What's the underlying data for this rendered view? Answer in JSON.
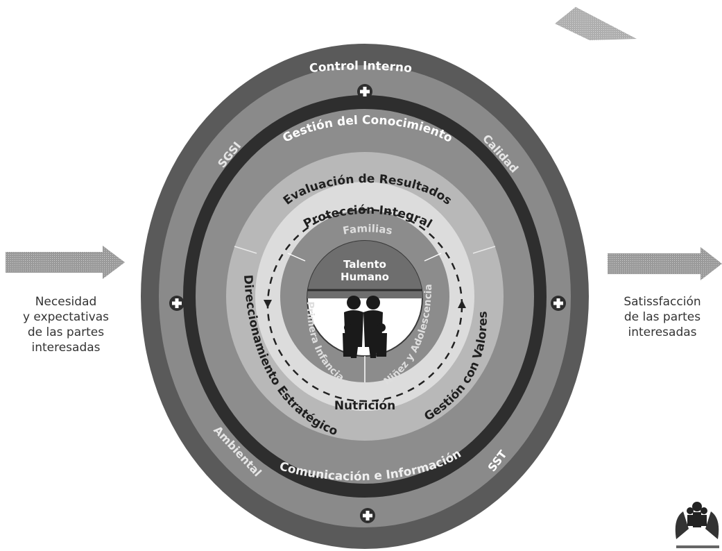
{
  "diagram": {
    "rings": {
      "outer_label_top": "Control Interno",
      "outer_label_upper_left": "SGSI",
      "outer_label_upper_right": "Calidad",
      "outer_label_lower_left": "Ambiental",
      "outer_label_lower_right": "SST",
      "ring2_label_top": "Gestión del Conocimiento",
      "ring2_label_bottom": "Comunicación e Información",
      "ring3_label_top": "Evaluación de Resultados",
      "ring3_label_left": "Direccionamiento Estratégico",
      "ring3_label_right": "Gestión con Valores",
      "ring4_label_top": "Protección Integral",
      "ring4_label_bottom": "Nutrición",
      "ring5_label_top": "Familias",
      "ring5_label_left": "Primera Infancia",
      "ring5_label_right": "Niñez y Adolescencia",
      "center_label_line1": "Talento",
      "center_label_line2": "Humano"
    },
    "left_text": [
      "Necesidad",
      "y expectativas",
      "de las partes",
      "interesadas"
    ],
    "right_text": [
      "Satissfacción",
      "de las partes",
      "interesadas"
    ],
    "plus_symbol": "+",
    "colors": {
      "outer_ring": "#5a5a5a",
      "gray_ring": "#8a8a8a",
      "dark_ring": "#2e2e2e",
      "light_ring": "#b8b8b8",
      "pale_ring": "#dcdcdc",
      "arrow": "#8f8f8f"
    },
    "icons": [
      "plus-icon",
      "family-icon",
      "arrow-right-icon",
      "logo-icon"
    ]
  }
}
